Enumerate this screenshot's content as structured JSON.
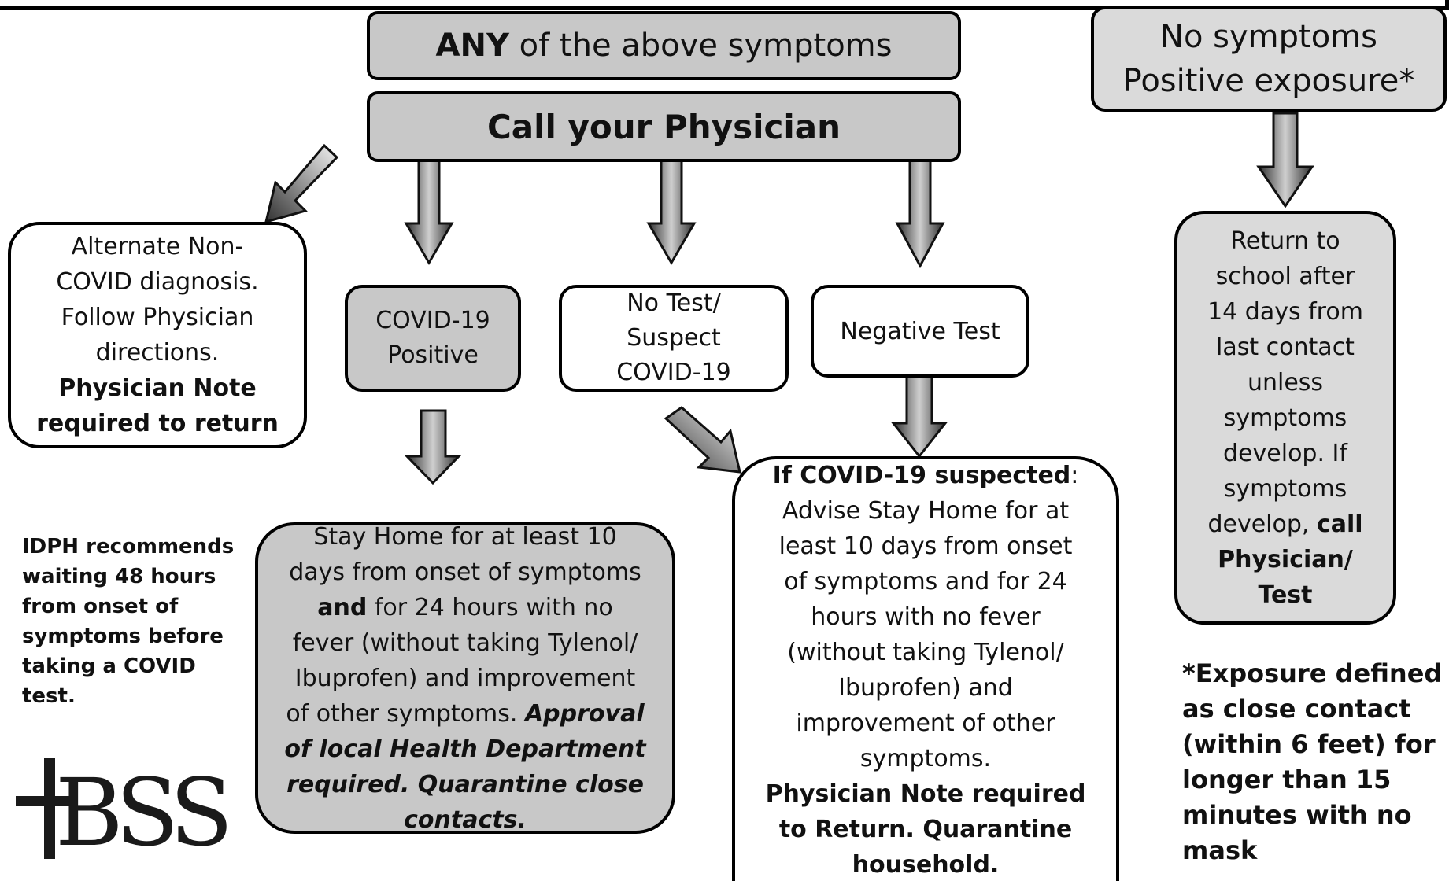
{
  "header": {
    "any_symptoms_bold": "ANY",
    "any_symptoms_rest": " of the above symptoms",
    "call_physician": "Call your Physician"
  },
  "exposure_box": {
    "line1": "No symptoms",
    "line2": "Positive exposure*"
  },
  "alternate_box": {
    "lines": [
      "Alternate Non-",
      "COVID diagnosis.",
      "Follow Physician",
      "directions."
    ],
    "bold_lines": [
      "Physician Note",
      "required to return"
    ]
  },
  "covid_positive_box": {
    "lines": [
      "COVID-19",
      "Positive"
    ]
  },
  "no_test_box": {
    "lines": [
      "No Test/",
      "Suspect",
      "COVID-19"
    ]
  },
  "negative_test_box": {
    "label": "Negative Test"
  },
  "return_school_box": {
    "lines": [
      "Return to",
      "school after",
      "14 days from",
      "last contact",
      "unless",
      "symptoms",
      "develop.  If",
      "symptoms"
    ],
    "mixed_prefix": "develop, ",
    "mixed_bold": "call",
    "bold_lines": [
      "Physician/",
      "Test"
    ]
  },
  "stay_home_box": {
    "lines": [
      "Stay Home for at least 10",
      "days from onset of symptoms"
    ],
    "and_bold": "and",
    "and_rest": " for 24 hours with no",
    "lines2": [
      "fever (without taking Tylenol/",
      "Ibuprofen) and improvement"
    ],
    "mixed_prefix": "of other symptoms. ",
    "mixed_italic_bold": "Approval",
    "italic_bold_lines": [
      "of local Health Department",
      "required. Quarantine close",
      "contacts."
    ]
  },
  "suspected_box": {
    "bold_heading": "If COVID-19 suspected",
    "heading_suffix": ":",
    "lines": [
      "Advise Stay Home for at",
      "least 10 days from onset",
      "of symptoms and for 24",
      "hours with no fever",
      "(without taking Tylenol/",
      "Ibuprofen) and",
      "improvement of other",
      "symptoms."
    ],
    "bold_lines": [
      "Physician Note required",
      "to Return. Quarantine",
      "household."
    ]
  },
  "idph_note": {
    "lines": [
      "IDPH recommends",
      "waiting 48 hours",
      "from onset of",
      "symptoms before",
      "taking a COVID",
      "test."
    ]
  },
  "exposure_note": {
    "lines": [
      "*Exposure defined",
      "as close contact",
      "(within 6 feet) for",
      "longer than 15",
      "minutes with no",
      "mask"
    ]
  },
  "logo": {
    "text": "BSS"
  },
  "colors": {
    "box_grey": "#c8c8c8",
    "box_light_grey": "#dadada",
    "arrow_dark": "#3a3a3a",
    "arrow_light": "#f0f0f0"
  }
}
